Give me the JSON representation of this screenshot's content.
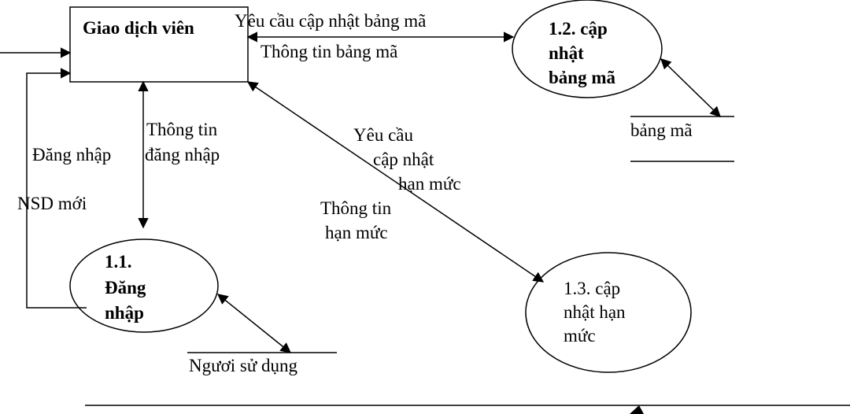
{
  "entity": {
    "name": "Giao dịch viên"
  },
  "processes": {
    "p11": {
      "lines": [
        "1.1.",
        "Đăng",
        "nhập"
      ]
    },
    "p12": {
      "lines": [
        "1.2. cập",
        "nhật",
        "bảng mã"
      ]
    },
    "p13": {
      "lines": [
        "1.3. cập",
        "nhật hạn",
        "mức"
      ]
    }
  },
  "stores": {
    "bang_ma": "bảng mã",
    "nguoi_su_dung": "Ngươi sử dụng"
  },
  "flows": {
    "yeu_cau_cap_nhat_bang_ma": "Yêu cầu cập nhật bảng mã",
    "thong_tin_bang_ma": "Thông tin bảng mã",
    "thong_tin_dang_nhap": [
      "Thông tin",
      "đăng nhập"
    ],
    "dang_nhap": "Đăng nhập",
    "nsd_moi": "NSD mới",
    "yeu_cau_cap_nhat_han_muc": [
      "Yêu cầu",
      "cập nhật",
      "hạn mức"
    ],
    "thong_tin_han_muc": [
      "Thông tin",
      "hạn mức"
    ]
  }
}
